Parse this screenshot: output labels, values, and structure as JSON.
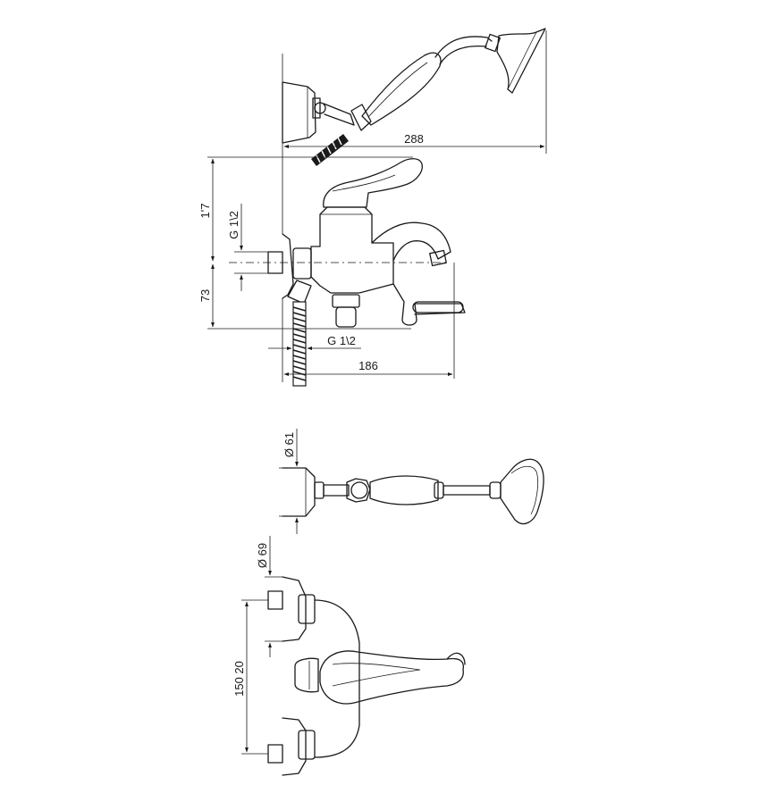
{
  "dimensions": {
    "shower_width": "288",
    "height_upper": "1'7",
    "height_lower": "73",
    "pipe_thread_side": "G 1\\2",
    "pipe_thread_bottom": "G 1\\2",
    "spout_reach": "186",
    "holder_diameter": "Ø 61",
    "flange_diameter": "Ø 69",
    "centre_distance": "150 20"
  }
}
